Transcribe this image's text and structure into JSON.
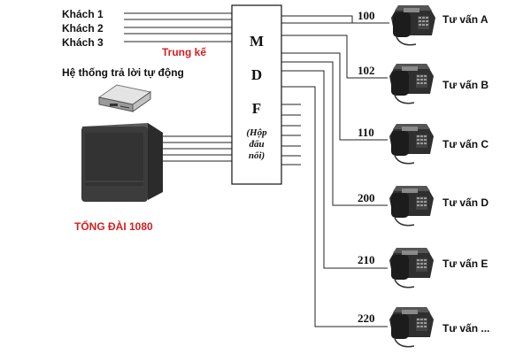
{
  "inputs": [
    {
      "label": "Khách 1"
    },
    {
      "label": "Khách 2"
    },
    {
      "label": "Khách 3"
    }
  ],
  "trunk_label": "Trung kế",
  "ivr_label": "Hệ thống trả lời tự động",
  "pbx_label": "TỔNG ĐÀI 1080",
  "pbx_label_color": "#d42020",
  "trunk_label_color": "#d42020",
  "mdf": {
    "letters": [
      "M",
      "D",
      "F"
    ],
    "sub": [
      "(Hộp",
      "đấu",
      "nối)"
    ]
  },
  "consultants": [
    {
      "ext": "100",
      "label": "Tư vấn A"
    },
    {
      "ext": "102",
      "label": "Tư vấn B"
    },
    {
      "ext": "110",
      "label": "Tư vấn C"
    },
    {
      "ext": "200",
      "label": "Tư vấn D"
    },
    {
      "ext": "210",
      "label": "Tư vấn E"
    },
    {
      "ext": "220",
      "label": "Tư vấn ..."
    }
  ]
}
